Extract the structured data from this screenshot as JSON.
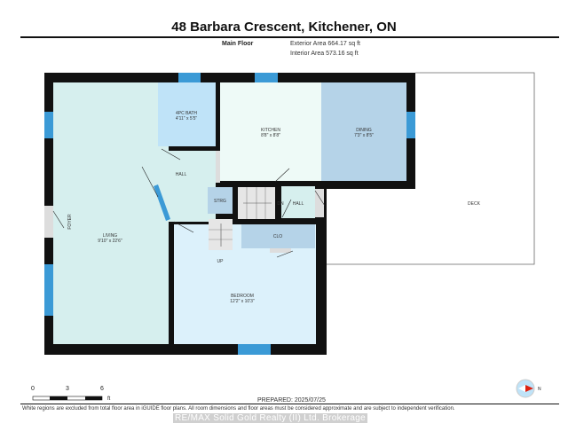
{
  "header": {
    "title": "48 Barbara Crescent, Kitchener, ON",
    "floor_name": "Main Floor",
    "exterior_area": "Exterior Area 664.17 sq ft",
    "interior_area": "Interior Area 573.16 sq ft"
  },
  "rooms": {
    "living": {
      "name": "LIVING",
      "dims": "9'10\" x 22'6\""
    },
    "foyer": {
      "name": "FOYER"
    },
    "bath": {
      "name": "4PC BATH",
      "dims": "4'11\" x 5'5\""
    },
    "kitchen": {
      "name": "KITCHEN",
      "dims": "8'8\" x 8'8\""
    },
    "dining": {
      "name": "DINING",
      "dims": "7'3\" x 8'5\""
    },
    "hall1": {
      "name": "HALL"
    },
    "hall2": {
      "name": "HALL"
    },
    "storage": {
      "name": "STRG"
    },
    "stairs_down": {
      "name": "DN"
    },
    "stairs_up": {
      "name": "UP"
    },
    "closet": {
      "name": "CLO"
    },
    "bedroom": {
      "name": "BEDROOM",
      "dims": "12'2\" x 10'3\""
    },
    "deck": {
      "name": "DECK"
    }
  },
  "scale": {
    "ticks": [
      "0",
      "3",
      "6"
    ],
    "unit": "ft"
  },
  "compass": {
    "label": "N",
    "icon": "compass-icon"
  },
  "footer": {
    "prepared": "PREPARED: 2025/07/25",
    "disclaimer": "White regions are excluded from total floor area in iGUIDE floor plans. All room dimensions and floor areas must be considered approximate and are subject to independent verification.",
    "brokerage": "RE/MAX Solid Gold Realty (II) Ltd. Brokerage"
  },
  "colors": {
    "wall": "#111111",
    "window": "#3b9ad6",
    "living": "#d6efee",
    "bath": "#bfe3f8",
    "kitchen": "#eefaf7",
    "dining": "#b5d3e8",
    "bedroom": "#dcf1fb",
    "closet": "#b5d3e8"
  }
}
